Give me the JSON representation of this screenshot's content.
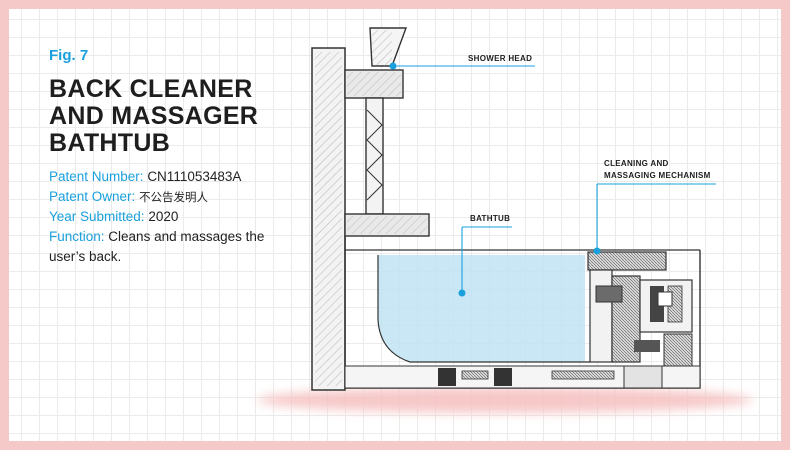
{
  "figure": {
    "label": "Fig. 7",
    "title": "BACK CLEANER\nAND MASSAGER\nBATHTUB"
  },
  "facts": [
    {
      "key": "Patent Number:",
      "value": "CN111053483A"
    },
    {
      "key": "Patent Owner:",
      "value": "不公告发明人"
    },
    {
      "key": "Year Submitted:",
      "value": "2020"
    },
    {
      "key": "Function:",
      "value": "Cleans and massages the user’s back."
    }
  ],
  "callouts": {
    "shower_head": "SHOWER HEAD",
    "bathtub": "BATHTUB",
    "mechanism_line1": "CLEANING AND",
    "mechanism_line2": "MASSAGING MECHANISM"
  },
  "colors": {
    "accent": "#1aa0dc",
    "ink": "#1e1e1e",
    "water": "#bfe3f2",
    "shadow": "#f6c3c3",
    "border": "#f6c9c9"
  }
}
